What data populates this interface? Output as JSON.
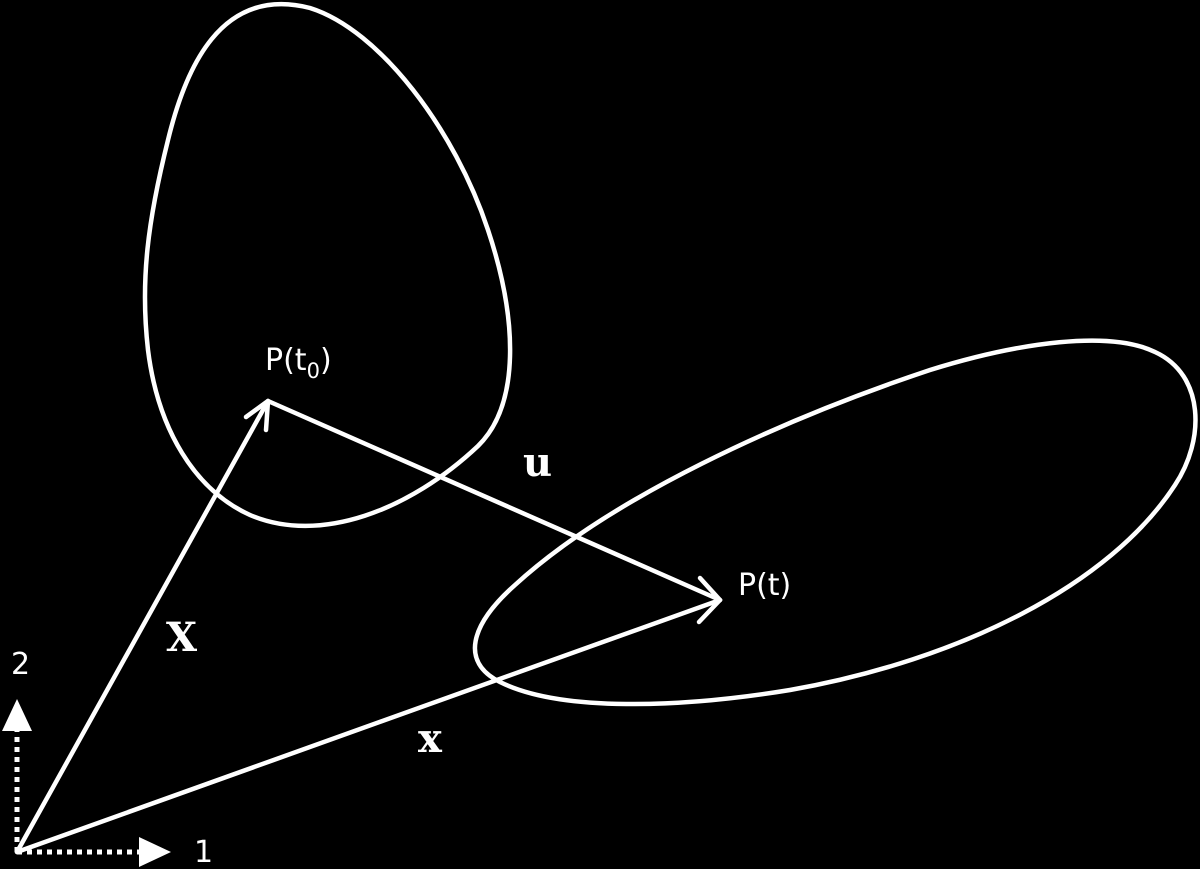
{
  "colors": {
    "background": "#000000",
    "foreground": "#ffffff"
  },
  "labels": {
    "point_initial_base": "P(t",
    "point_initial_sub": "0",
    "point_initial_close": ")",
    "point_current": "P(t)",
    "displacement": "u",
    "position_reference": "X",
    "position_current": "x",
    "axis_1": "1",
    "axis_2": "2"
  }
}
